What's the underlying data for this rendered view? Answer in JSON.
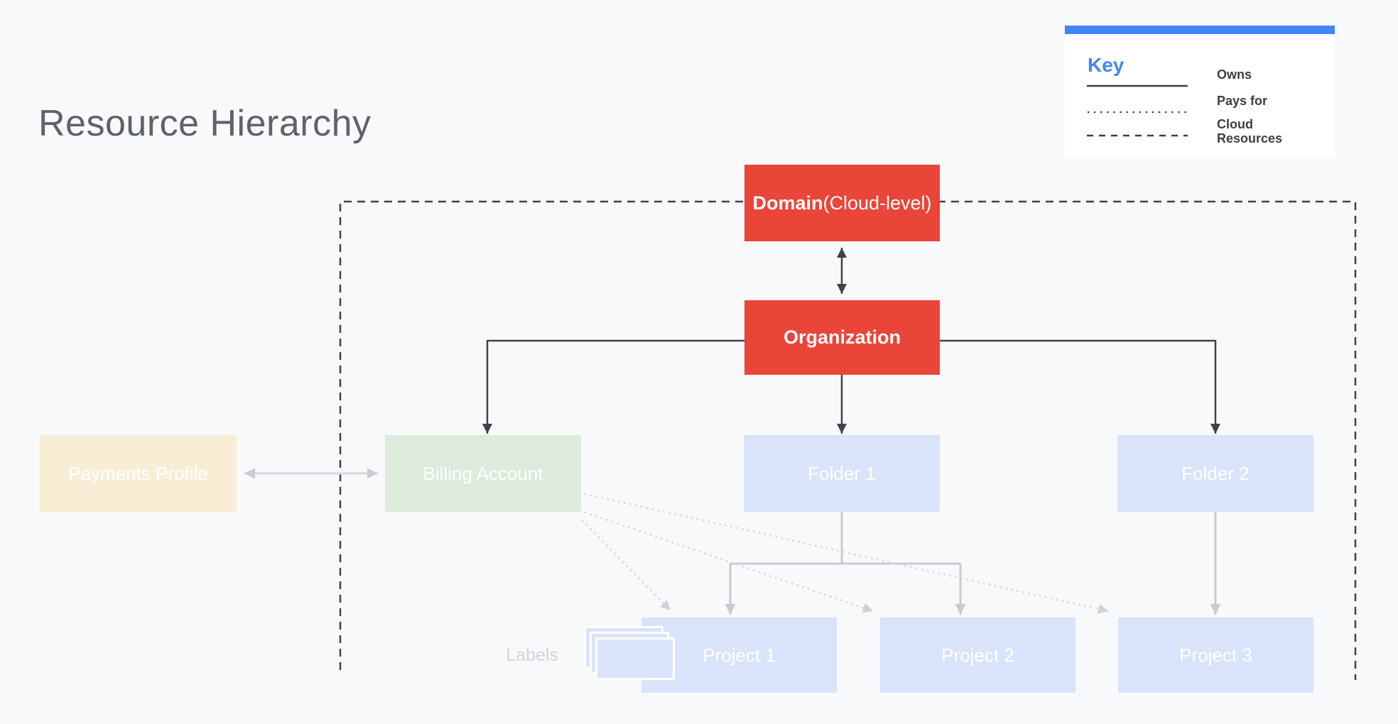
{
  "title": "Resource Hierarchy",
  "legend": {
    "title": "Key",
    "items": [
      {
        "line_style": "solid",
        "label": "Owns"
      },
      {
        "line_style": "dotted",
        "label": "Pays for"
      },
      {
        "line_style": "dashed",
        "label": "Cloud Resources"
      }
    ]
  },
  "nodes": {
    "domain": {
      "label_bold": "Domain",
      "label_rest": " (Cloud-level)"
    },
    "organization": {
      "label": "Organization"
    },
    "payments_profile": {
      "label": "Payments Profile"
    },
    "billing_account": {
      "label": "Billing Account"
    },
    "folder1": {
      "label": "Folder 1"
    },
    "folder2": {
      "label": "Folder 2"
    },
    "project1": {
      "label": "Project 1"
    },
    "project2": {
      "label": "Project 2"
    },
    "project3": {
      "label": "Project 3"
    },
    "labels_annotation": {
      "label": "Labels"
    }
  },
  "colors": {
    "background": "#F8F9FA",
    "red_node": "#E94539",
    "blue_node": "#D9E3F9",
    "green_node": "#DCEBDC",
    "cream_node": "#F7EED5",
    "accent_blue": "#4285F4",
    "dark_line": "#3F4347",
    "gray_line": "#C8CBD0",
    "dotted_line": "#D6D9DD",
    "title_gray": "#5F6368"
  }
}
